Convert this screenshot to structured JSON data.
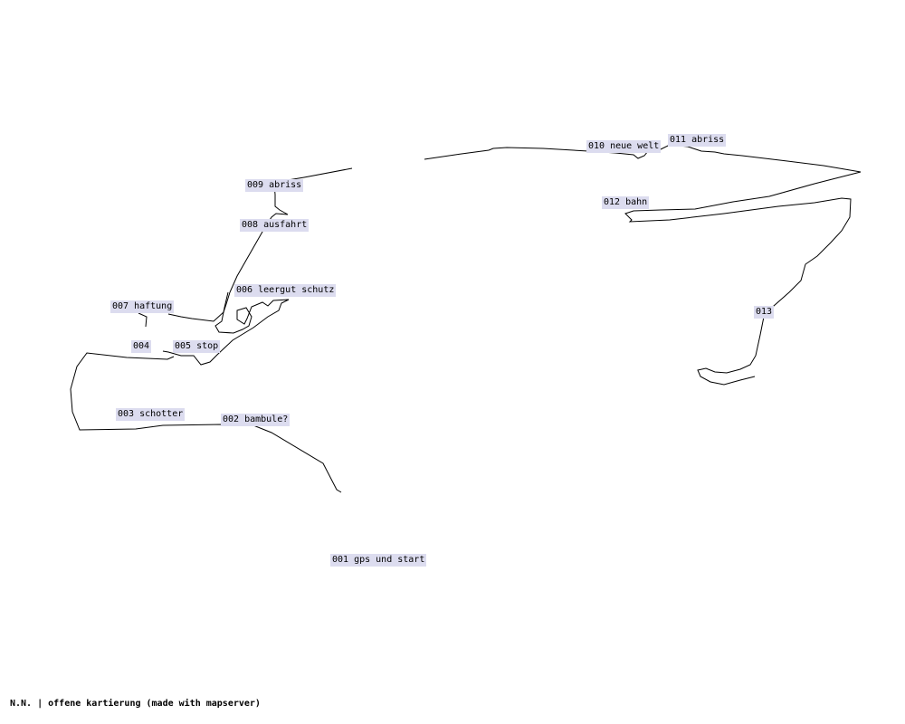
{
  "map": {
    "credit": "N.N. | offene kartierung (made with mapserver)",
    "track_color": "#000000",
    "label_background": "#dcdcef",
    "waypoints": [
      {
        "id": "wp-001",
        "label": "001 gps und start"
      },
      {
        "id": "wp-002",
        "label": "002 bambule?"
      },
      {
        "id": "wp-003",
        "label": "003 schotter"
      },
      {
        "id": "wp-004",
        "label": "004"
      },
      {
        "id": "wp-005",
        "label": "005 stop"
      },
      {
        "id": "wp-006",
        "label": "006 leergut schutz"
      },
      {
        "id": "wp-007",
        "label": "007 haftung"
      },
      {
        "id": "wp-008",
        "label": "008 ausfahrt"
      },
      {
        "id": "wp-009",
        "label": "009 abriss"
      },
      {
        "id": "wp-010",
        "label": "010 neue welt"
      },
      {
        "id": "wp-011",
        "label": "011 abriss"
      },
      {
        "id": "wp-012",
        "label": "012 bahn"
      },
      {
        "id": "wp-013",
        "label": "013"
      }
    ]
  }
}
